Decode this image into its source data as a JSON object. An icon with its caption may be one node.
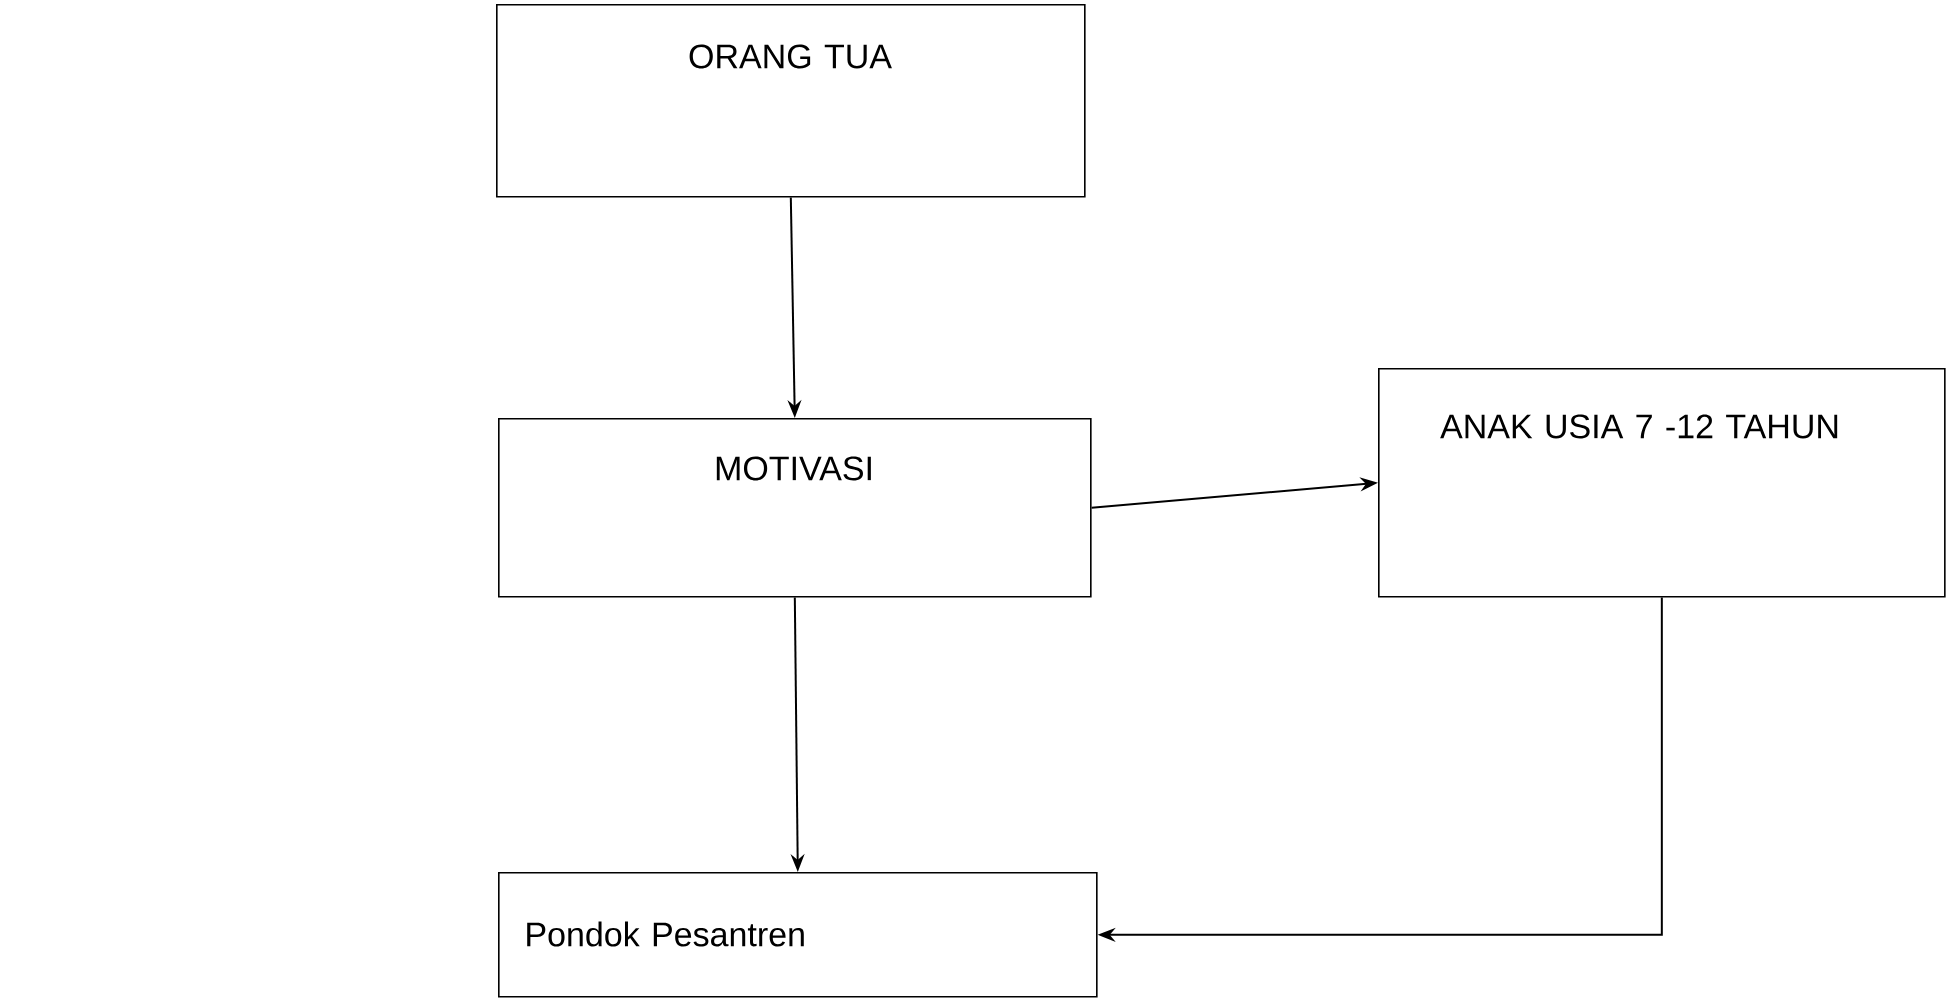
{
  "diagram": {
    "nodes": [
      {
        "text": [
          "ORANG TUA"
        ]
      },
      {
        "text": [
          "MOTIVASI"
        ]
      },
      {
        "text": [
          "ANAK USIA 7 -12 TAHUN"
        ]
      },
      {
        "text": [
          "Pondok Pesantren"
        ]
      }
    ],
    "edges": [
      {
        "from": 0,
        "to": 1,
        "arrow": "to"
      },
      {
        "from": 1,
        "to": 2,
        "arrow": "to"
      },
      {
        "from": 1,
        "to": 3,
        "arrow": "to"
      },
      {
        "from": 2,
        "to": 3,
        "arrow": "to"
      }
    ]
  }
}
